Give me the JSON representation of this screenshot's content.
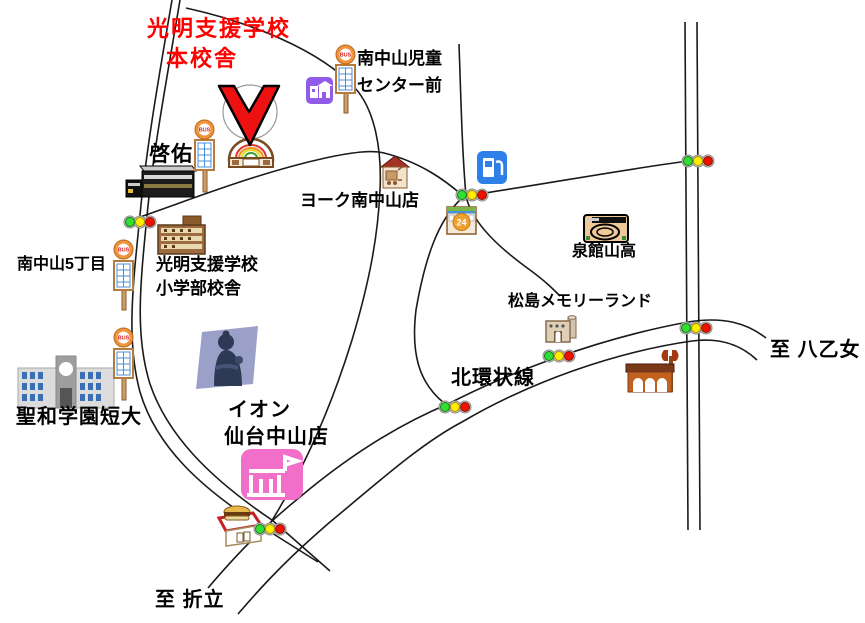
{
  "map": {
    "title_line1": "光明支援学校",
    "title_line2": "本校舎",
    "labels": {
      "keiyu": "啓佑",
      "jido_center_line1": "南中山児童",
      "jido_center_line2": "センター前",
      "york_store": "ヨーク南中山店",
      "minami_nakayama_5chome": "南中山5丁目",
      "komyo_elem_line1": "光明支援学校",
      "komyo_elem_line2": "小学部校舎",
      "seiwa_college": "聖和学園短大",
      "aeon_line1": "イオン",
      "aeon_line2": "仙台中山店",
      "to_oridate": "至 折立",
      "kita_kanjo_line": "北環状線",
      "matsushima_memoryland": "松島メモリーランド",
      "izumi_tateyama_high": "泉館山高",
      "to_yaotome": "至 八乙女"
    },
    "bus_sign_text": "BUS",
    "store24_text": "24",
    "colors": {
      "title_red": "#ff0000",
      "arrow_red": "#ee1111",
      "road_black": "#1a1a1a",
      "signal_green": "#33dd33",
      "signal_yellow": "#ffee00",
      "signal_red": "#ee1100",
      "aeon_pink": "#f26fc9",
      "child_center_purple": "#8f5be8",
      "gas_blue": "#2f7fe8",
      "bus_orange": "#f0933a"
    },
    "icons": [
      "red-down-arrow-icon",
      "dome-school-icon",
      "bus-stop-icon",
      "keiyu-building-icon",
      "child-center-icon",
      "york-store-icon",
      "gas-station-icon",
      "convenience-store-24-icon",
      "izumi-tateyama-high-icon",
      "memoryland-building-icon",
      "restaurant-icon",
      "elementary-school-icon",
      "seiwa-college-icon",
      "buddha-statue-icon",
      "aeon-store-icon",
      "burger-shop-icon",
      "traffic-light-icon"
    ]
  }
}
